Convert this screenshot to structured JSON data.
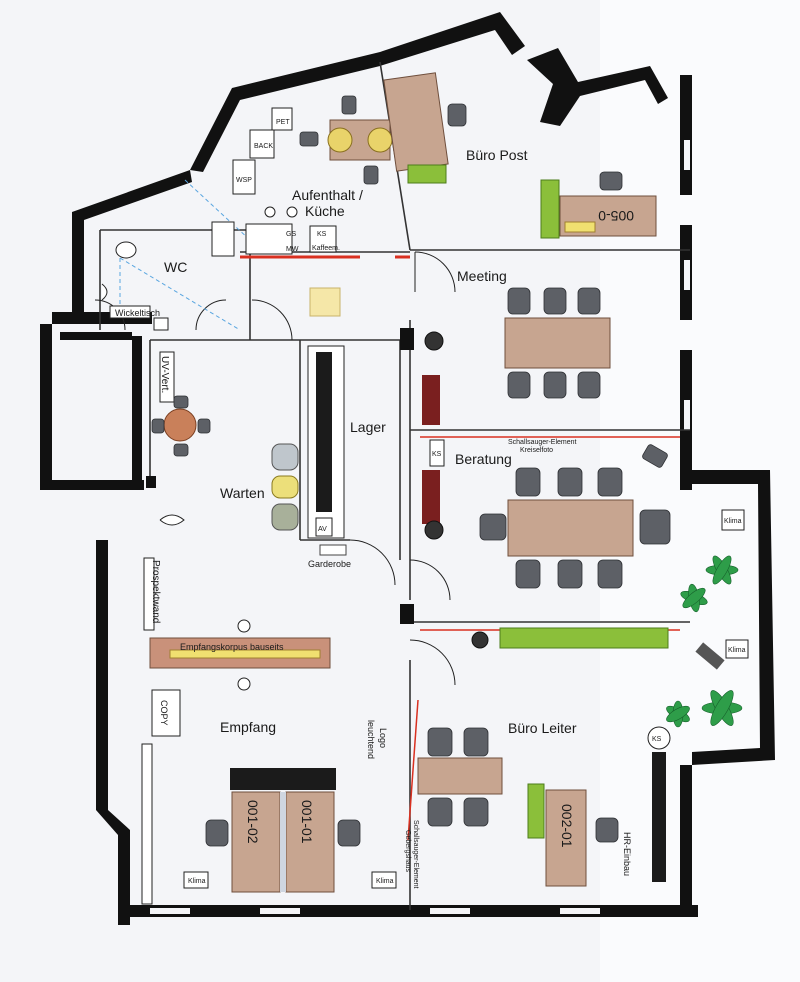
{
  "rooms": {
    "aufenthalt_line1": "Aufenthalt /",
    "aufenthalt_line2": "Küche",
    "buero_post": "Büro Post",
    "wc": "WC",
    "meeting": "Meeting",
    "lager": "Lager",
    "beratung": "Beratung",
    "warten": "Warten",
    "empfang": "Empfang",
    "buero_leiter": "Büro Leiter"
  },
  "labels": {
    "wickeltisch": "Wickeltisch",
    "uv_vert": "UV-Vert.",
    "garderobe": "Garderobe",
    "prospektwand": "Prospektwand",
    "empfangskorpus": "Empfangskorpus bauseits",
    "copy": "COPY",
    "logo_line1": "Logo",
    "logo_line2": "leuchtend",
    "schallsauger_line1": "Schallsauger-Element",
    "schallsauger_line2": "Kreiselfoto",
    "schallsauger_v1": "Schallsauger-Element",
    "schallsauger_v2": "Gebergshaus",
    "klima": "Klima",
    "ks": "KS",
    "gs": "GS",
    "mw": "MW",
    "kaffeem": "Kaffeem.",
    "hr_einbau": "HR-Einbau",
    "av": "AV",
    "pet": "PET",
    "back": "BACK",
    "wsp": "WSP",
    "ks_upper": "KS"
  },
  "desks": {
    "d005": "005-0",
    "d00102": "001-02",
    "d00101": "001-01",
    "d00201": "002-01"
  },
  "colors": {
    "wall": "#111111",
    "desk": "#c7a590",
    "green_cabinet": "#8bbf3a",
    "red_line": "#d93020",
    "absorber": "#7a1f1f",
    "plant": "#2e9d49"
  }
}
